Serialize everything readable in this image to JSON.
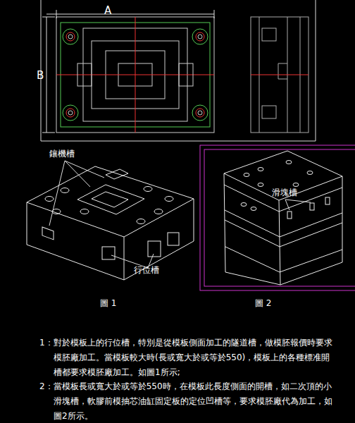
{
  "diagram": {
    "labels": [
      "A",
      "B",
      "鑲機槽",
      "行位槽",
      "滑塊槽",
      "圖 1",
      "圖 2",
      "1：對於模板上的行位槽，特別是從模板側面加工的隧道槽，做模胚報價時要求模胚廠加工。當模板較大時(長或寬大於或等於550)，模板上的各種標准開槽都要求模胚廠加工。如圖1所示;",
      "2：當模板長或寬大於或等於550時，在模板此長度側面的開槽，如二次頂的小滑塊槽，軟膠前模抽芯油缸固定板的定位凹槽等，要求模胚廠代為加工，如圖2所示。"
    ]
  }
}
